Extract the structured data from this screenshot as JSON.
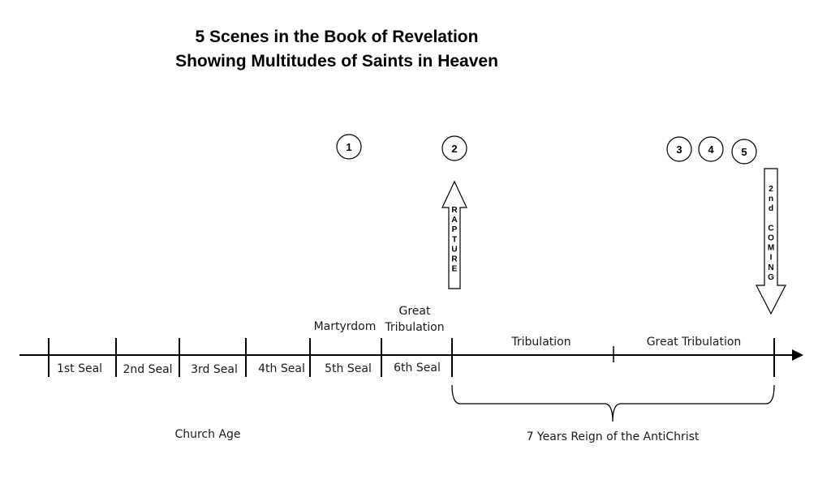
{
  "title": {
    "line1": "5 Scenes in the Book of Revelation",
    "line2": "Showing Multitudes of Saints in Heaven"
  },
  "scenes": [
    "1",
    "2",
    "3",
    "4",
    "5"
  ],
  "arrows": {
    "rapture": "RAPTURE",
    "second_coming": "2nd COMING"
  },
  "seals": [
    "1st Seal",
    "2nd Seal",
    "3rd Seal",
    "4th Seal",
    "5th Seal",
    "6th Seal"
  ],
  "labels": {
    "martyrdom": "Martyrdom",
    "great_tribulation_short_1": "Great",
    "great_tribulation_short_2": "Tribulation",
    "tribulation": "Tribulation",
    "great_tribulation": "Great Tribulation",
    "church_age": "Church Age",
    "reign": "7 Years Reign of the AntiChrist"
  }
}
